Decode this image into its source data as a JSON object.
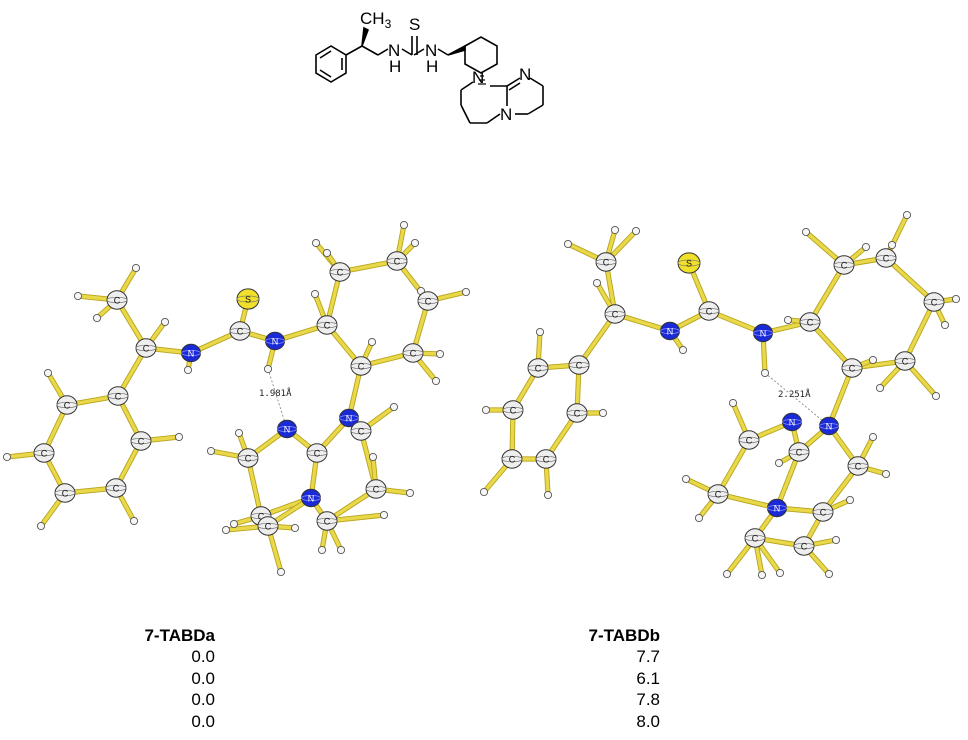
{
  "scheme": {
    "label_ch3": "CH",
    "label_ch3_sub": "3",
    "label_s": "S",
    "label_nh1_n": "N",
    "label_nh1_h": "H",
    "label_nh2_n": "N",
    "label_nh2_h": "H",
    "label_n_ring1": "N",
    "label_n_ring2": "N",
    "label_n_ring3": "N"
  },
  "models": {
    "left": {
      "hbond_label": "1.981Å"
    },
    "right": {
      "hbond_label": "2.251Å"
    }
  },
  "atom_text": {
    "C": "C",
    "N": "N",
    "S": "S"
  },
  "colors": {
    "bond": "#e8d84a",
    "bond_dark": "#b7a41c",
    "nitrogen": "#1a2ad6",
    "sulfur": "#f0e02a",
    "carbon": "#eeeeee",
    "hydrogen": "#f6f6f6"
  },
  "table": {
    "col_a": {
      "header": "7-TABDa",
      "values": [
        "0.0",
        "0.0",
        "0.0",
        "0.0"
      ]
    },
    "col_b": {
      "header": "7-TABDb",
      "values": [
        "7.7",
        "6.1",
        "7.8",
        "8.0"
      ]
    }
  }
}
